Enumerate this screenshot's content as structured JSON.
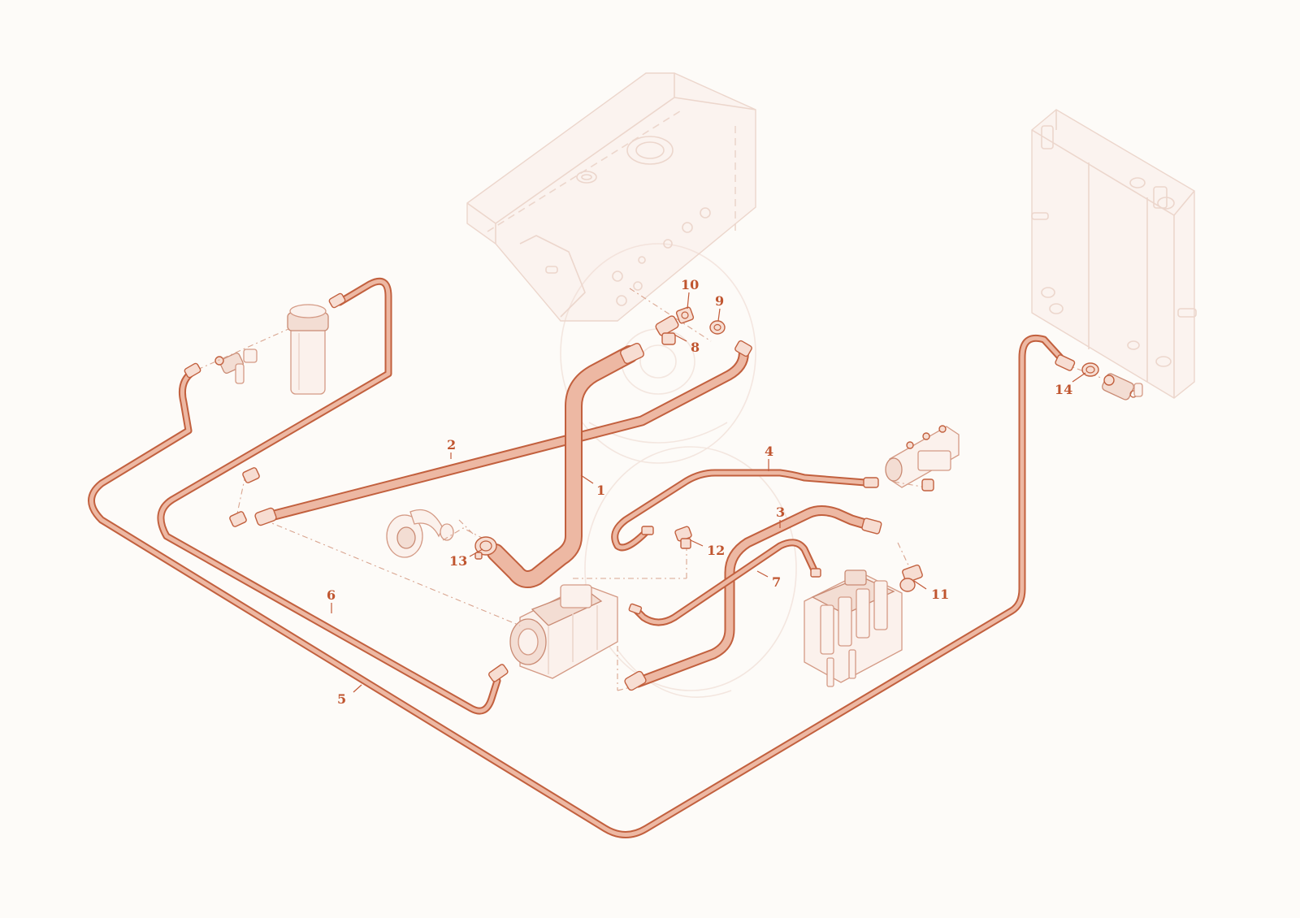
{
  "colors": {
    "hose_outline": "#c2603e",
    "hose_fill": "#edb8a3",
    "callout_text": "#c0552f",
    "ghost_line": "#ecd6cc",
    "background": "#fdfbf8"
  },
  "callouts": [
    {
      "id": "1",
      "label": "1"
    },
    {
      "id": "2",
      "label": "2"
    },
    {
      "id": "3",
      "label": "3"
    },
    {
      "id": "4",
      "label": "4"
    },
    {
      "id": "5",
      "label": "5"
    },
    {
      "id": "6",
      "label": "6"
    },
    {
      "id": "7",
      "label": "7"
    },
    {
      "id": "8",
      "label": "8"
    },
    {
      "id": "9",
      "label": "9"
    },
    {
      "id": "10",
      "label": "10"
    },
    {
      "id": "11",
      "label": "11"
    },
    {
      "id": "12",
      "label": "12"
    },
    {
      "id": "13",
      "label": "13"
    },
    {
      "id": "14",
      "label": "14"
    }
  ]
}
